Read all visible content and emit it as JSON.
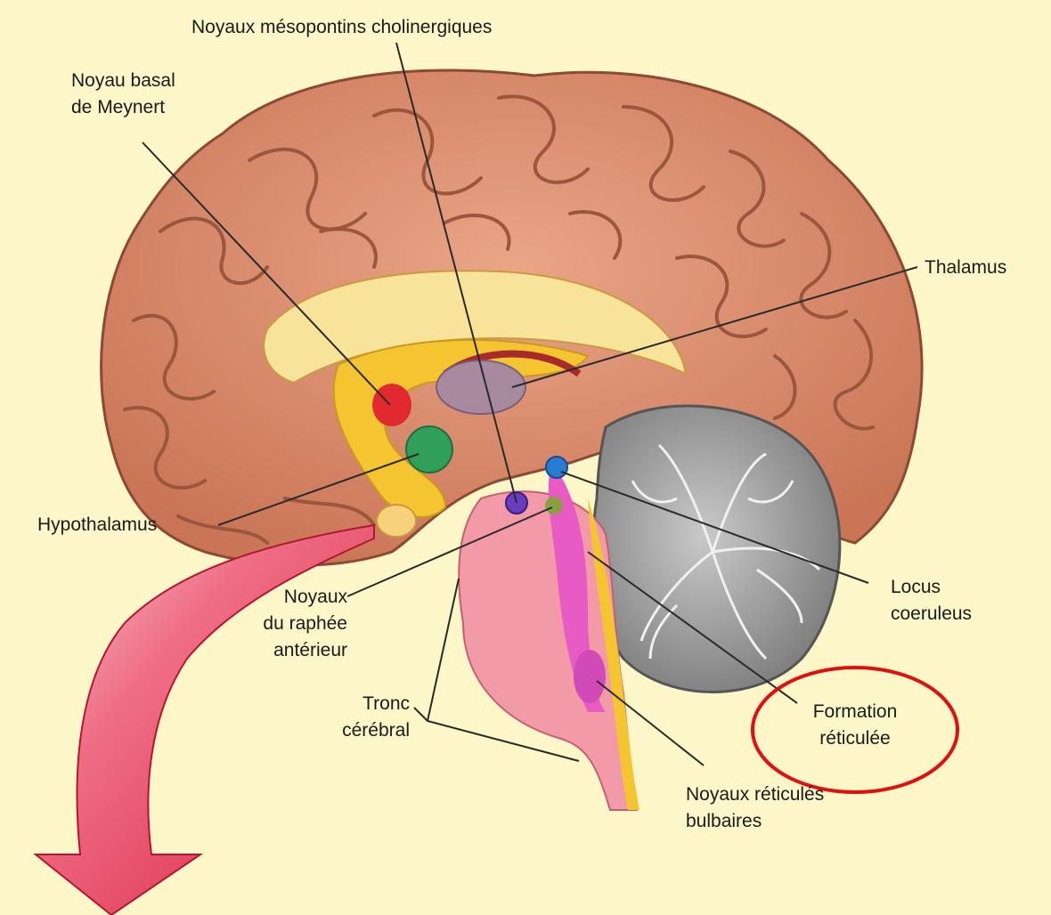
{
  "labels": {
    "mesopontine": "Noyaux mésopontins cholinergiques",
    "meynert": [
      "Noyau basal",
      "de Meynert"
    ],
    "thalamus": "Thalamus",
    "hypothalamus": "Hypothalamus",
    "raphe": [
      "Noyaux",
      "du raphée",
      "antérieur"
    ],
    "locus": [
      "Locus",
      "coeruleus"
    ],
    "tronc": [
      "Tronc",
      "cérébral"
    ],
    "reticular_formation": [
      "Formation",
      "réticulée"
    ],
    "bulbar": [
      "Noyaux réticulés",
      "bulbaires"
    ]
  },
  "colors": {
    "background": "#fdf6c8",
    "cortex": "#d98c6a",
    "corpus_callosum": "#f8e39a",
    "cerebellum": "#9b9b9b",
    "brainstem": "#f29aa8",
    "arrow": "#e8344e",
    "highlight_ellipse": "#e01010"
  }
}
